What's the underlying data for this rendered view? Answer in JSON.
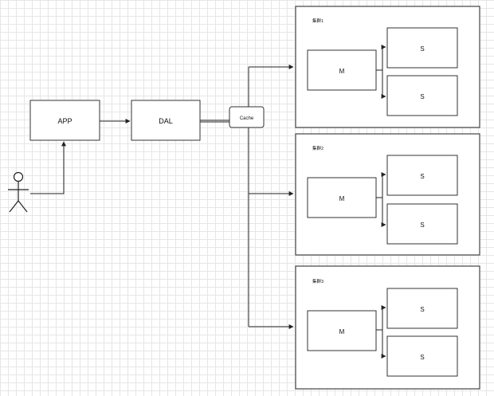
{
  "actor": {
    "icon": "stick-figure-user-icon"
  },
  "nodes": {
    "app": "APP",
    "dal": "DAL",
    "cache": "Cache"
  },
  "clusters": [
    {
      "title": "集群1",
      "master": "M",
      "slaves": [
        "S",
        "S"
      ]
    },
    {
      "title": "集群2",
      "master": "M",
      "slaves": [
        "S",
        "S"
      ]
    },
    {
      "title": "集群3",
      "master": "M",
      "slaves": [
        "S",
        "S"
      ]
    }
  ],
  "colors": {
    "line": "#222222",
    "border": "#333333",
    "grid": "#e6e6e6"
  }
}
